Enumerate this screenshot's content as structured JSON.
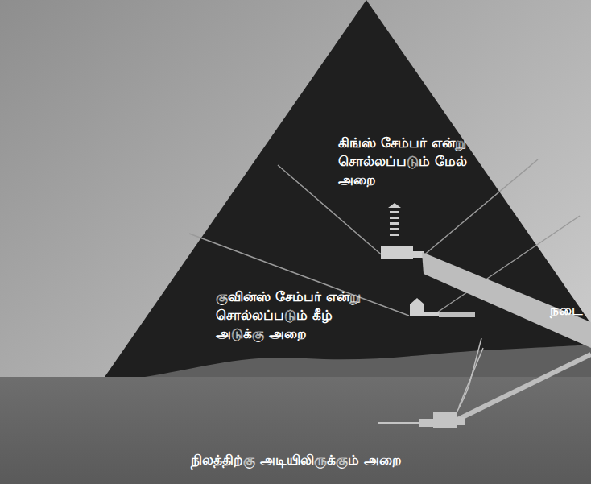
{
  "diagram": {
    "labels": [
      "கிங்ஸ் சேம்பர் என்று சொல்லப்படும் மேல் அறை",
      "குவின்ஸ் சேம்பர் என்று சொல்லப்படும் கீழ் அடுக்கு அறை",
      "நடை",
      "நிலத்திற்கு அடியிலிருக்கும் அறை"
    ]
  }
}
